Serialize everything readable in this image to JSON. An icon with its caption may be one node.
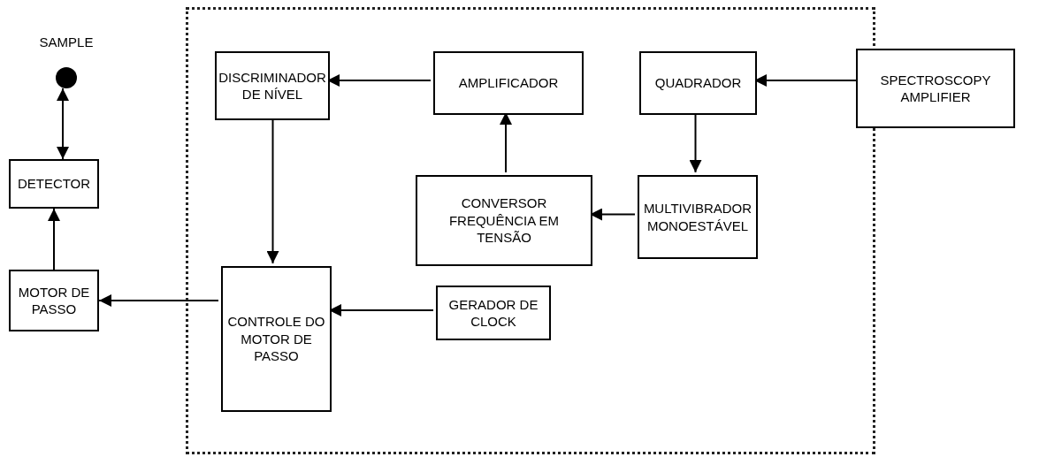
{
  "diagram": {
    "nodes": [
      {
        "text": [],
        "shape": "box"
      },
      {
        "text": [
          "SAMPLE"
        ]
      },
      {
        "text": [
          "DETECTOR"
        ]
      },
      {
        "text": [
          "MOTOR DE PASSO"
        ]
      },
      {
        "text": [
          "DISCRIMINADOR DE NÍVEL"
        ],
        "in": 0
      },
      {
        "text": [
          "AMPLIFICADOR"
        ],
        "in": 0
      },
      {
        "text": [
          "QUADRADOR"
        ],
        "in": 0
      },
      {
        "text": [
          "SPECTROSCOPY AMPLIFIER"
        ]
      },
      {
        "text": [
          "CONVERSOR FREQUÊNCIA EM TENSÃO"
        ],
        "in": 0
      },
      {
        "text": [
          "MULTIVIBRADOR MONOESTÁVEL"
        ],
        "in": 0
      },
      {
        "text": [
          "CONTROLE DO MOTOR DE PASSO"
        ],
        "in": 0
      },
      {
        "text": [
          "GERADOR DE CLOCK"
        ],
        "in": 0
      }
    ],
    "edges": [
      {
        "from": 2,
        "to": 1,
        "arrow": "both"
      },
      {
        "from": 3,
        "to": 2,
        "arrow": "to"
      },
      {
        "from": 10,
        "to": 3,
        "arrow": "to"
      },
      {
        "from": 4,
        "to": 10,
        "arrow": "to"
      },
      {
        "from": 5,
        "to": 4,
        "arrow": "to"
      },
      {
        "from": 7,
        "to": 6,
        "arrow": "to"
      },
      {
        "from": 6,
        "to": 9,
        "arrow": "to"
      },
      {
        "from": 9,
        "to": 8,
        "arrow": "to"
      },
      {
        "from": 8,
        "to": 5,
        "arrow": "to"
      },
      {
        "from": 11,
        "to": 10,
        "arrow": "to"
      }
    ]
  }
}
